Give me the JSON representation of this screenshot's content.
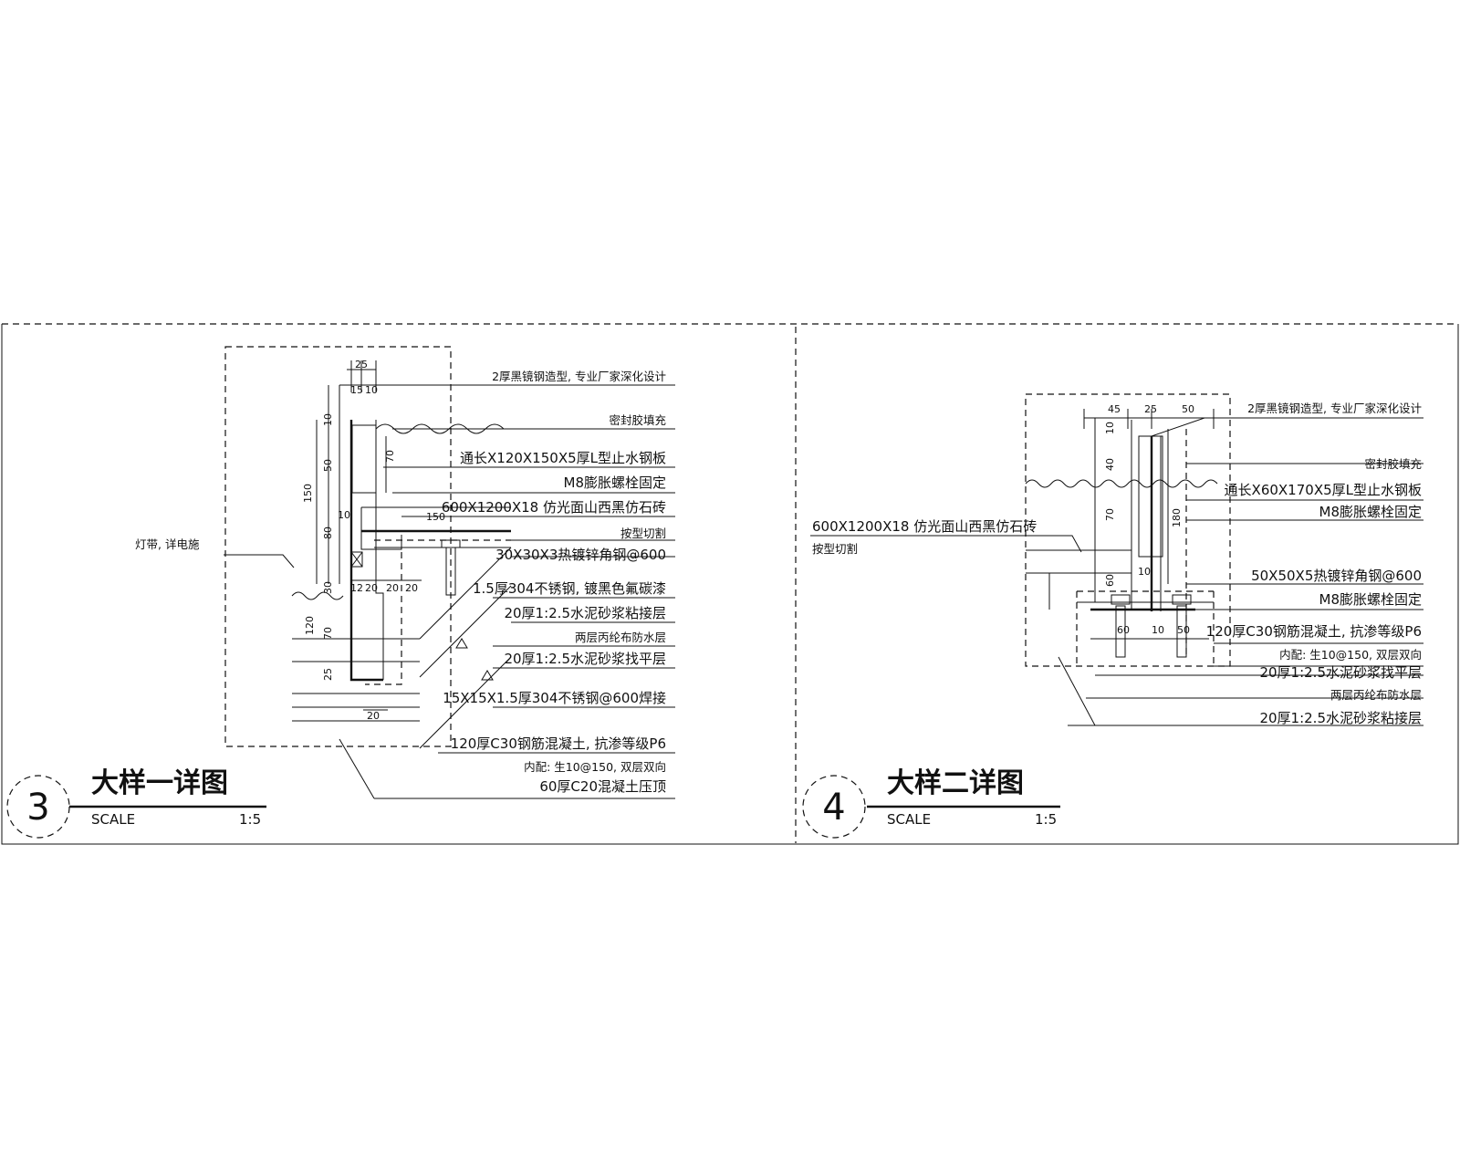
{
  "detail1": {
    "number": "3",
    "title": "大样一详图",
    "scale_label": "SCALE",
    "scale_value": "1:5",
    "callout_left": "灯带, 详电施",
    "notes": [
      "2厚黑镜钢造型, 专业厂家深化设计",
      "密封胶填充",
      "通长X120X150X5厚L型止水钢板",
      "M8膨胀螺栓固定",
      "600X1200X18 仿光面山西黑仿石砖",
      "按型切割",
      "30X30X3热镀锌角钢@600",
      "1.5厚304不锈钢, 镀黑色氟碳漆",
      "20厚1:2.5水泥砂浆粘接层",
      "两层丙纶布防水层",
      "20厚1:2.5水泥砂浆找平层",
      "15X15X1.5厚304不锈钢@600焊接",
      "120厚C30钢筋混凝土, 抗渗等级P6",
      "内配: 生10@150, 双层双向",
      "60厚C20混凝土压顶"
    ],
    "dims": [
      "25",
      "15",
      "10",
      "10",
      "50",
      "70",
      "150",
      "10",
      "150",
      "80",
      "30",
      "120",
      "70",
      "25",
      "12",
      "20",
      "20",
      "20",
      "20"
    ]
  },
  "detail2": {
    "number": "4",
    "title": "大样二详图",
    "scale_label": "SCALE",
    "scale_value": "1:5",
    "callout_left_1": "600X1200X18 仿光面山西黑仿石砖",
    "callout_left_2": "按型切割",
    "notes": [
      "2厚黑镜钢造型, 专业厂家深化设计",
      "密封胶填充",
      "通长X60X170X5厚L型止水钢板",
      "M8膨胀螺栓固定",
      "50X50X5热镀锌角钢@600",
      "M8膨胀螺栓固定",
      "120厚C30钢筋混凝土, 抗渗等级P6",
      "内配: 生10@150, 双层双向",
      "20厚1:2.5水泥砂浆找平层",
      "两层丙纶布防水层",
      "20厚1:2.5水泥砂浆粘接层"
    ],
    "dims": [
      "45",
      "25",
      "50",
      "10",
      "40",
      "70",
      "180",
      "10",
      "60",
      "60",
      "10",
      "50"
    ]
  }
}
